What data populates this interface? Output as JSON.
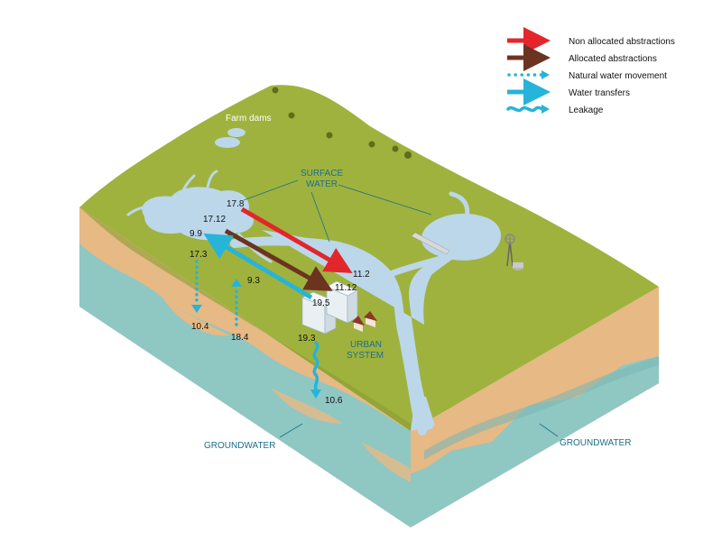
{
  "legend": {
    "items": [
      {
        "label": "Non allocated abstractions",
        "color": "#e3262b",
        "style": "solid-arrow"
      },
      {
        "label": "Allocated abstractions",
        "color": "#6b3320",
        "style": "solid-arrow"
      },
      {
        "label": "Natural water movement",
        "color": "#26b4d8",
        "style": "dotted-arrow"
      },
      {
        "label": "Water transfers",
        "color": "#26b4d8",
        "style": "solid-arrow"
      },
      {
        "label": "Leakage",
        "color": "#26b4d8",
        "style": "wavy-arrow"
      }
    ]
  },
  "labels": {
    "farm_dams": "Farm dams",
    "surface_water_line1": "SURFACE",
    "surface_water_line2": "WATER",
    "urban_line1": "URBAN",
    "urban_line2": "SYSTEM",
    "groundwater_left": "GROUNDWATER",
    "groundwater_right": "GROUNDWATER"
  },
  "values": {
    "v17_8": "17.8",
    "v17_12": "17.12",
    "v9_9": "9.9",
    "v17_3": "17.3",
    "v9_3": "9.3",
    "v11_2": "11.2",
    "v11_12": "11.12",
    "v19_5": "19.5",
    "v19_3": "19.3",
    "v10_4": "10.4",
    "v18_4": "18.4",
    "v10_6": "10.6"
  },
  "colors": {
    "grass": "#9fb23d",
    "soil": "#e6b985",
    "groundwater": "#8fc7c3",
    "water": "#bcd7ea",
    "label_blue": "#1c6f8c"
  }
}
